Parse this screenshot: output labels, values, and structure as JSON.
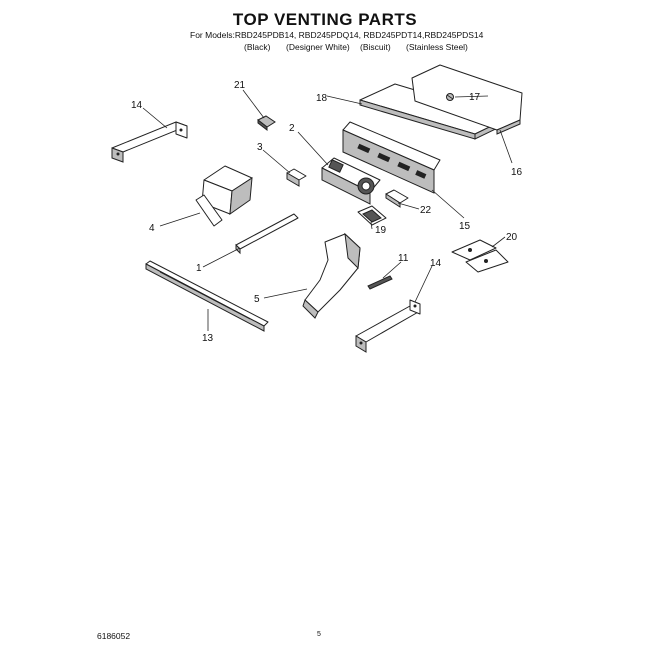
{
  "title": "TOP VENTING PARTS",
  "models_line": "For Models:RBD245PDB14, RBD245PDQ14, RBD245PDT14,RBD245PDS14",
  "variants": [
    "(Black)",
    "(Designer White)",
    "(Biscuit)",
    "(Stainless Steel)"
  ],
  "callouts": {
    "c21": "21",
    "c14a": "14",
    "c18": "18",
    "c17": "17",
    "c2": "2",
    "c16": "16",
    "c3": "3",
    "c15": "15",
    "c22": "22",
    "c4": "4",
    "c19": "19",
    "c20": "20",
    "c11": "11",
    "c1": "1",
    "c14b": "14",
    "c5": "5",
    "c13": "13"
  },
  "doc_id": "6186052",
  "page_number": "5"
}
